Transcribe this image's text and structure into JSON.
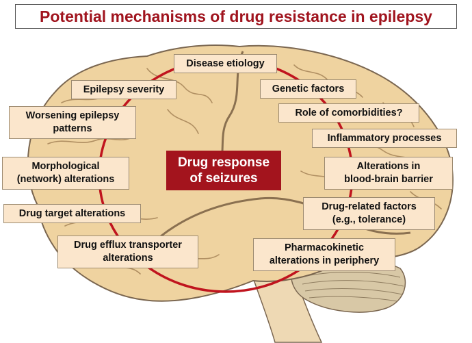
{
  "title": "Potential mechanisms of drug resistance in epilepsy",
  "center": "Drug response\nof seizures",
  "colors": {
    "title": "#a0141e",
    "center_fill": "#a3141d",
    "label_fill": "#fbe6cc",
    "brain_fill": "#efd3a0",
    "brain_outline": "#7a6650",
    "circle": "#c0141e"
  },
  "factors": [
    {
      "key": "disease_etiology",
      "text": "Disease etiology"
    },
    {
      "key": "epilepsy_severity",
      "text": "Epilepsy severity"
    },
    {
      "key": "genetic_factors",
      "text": "Genetic factors"
    },
    {
      "key": "worsening_patterns",
      "text": "Worsening epilepsy\npatterns"
    },
    {
      "key": "comorbidities",
      "text": "Role of comorbidities?"
    },
    {
      "key": "inflammatory",
      "text": "Inflammatory processes"
    },
    {
      "key": "morphological",
      "text": "Morphological\n(network) alterations"
    },
    {
      "key": "bbb",
      "text": "Alterations in\nblood-brain barrier"
    },
    {
      "key": "drug_target",
      "text": "Drug target alterations"
    },
    {
      "key": "drug_related",
      "text": "Drug-related factors\n(e.g., tolerance)"
    },
    {
      "key": "efflux",
      "text": "Drug efflux transporter\nalterations"
    },
    {
      "key": "pharmacokinetic",
      "text": "Pharmacokinetic\nalterations in periphery"
    }
  ]
}
